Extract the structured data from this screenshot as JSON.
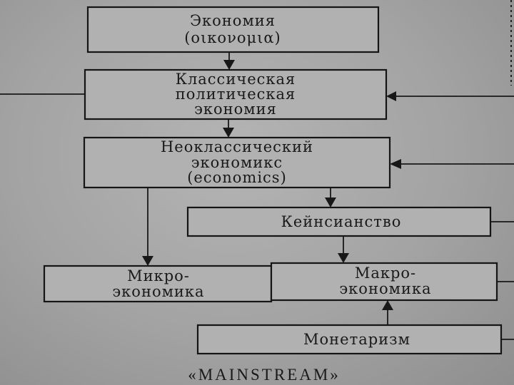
{
  "nodes": {
    "economy": {
      "line1": "Экономия",
      "line2": "(οικονομια)"
    },
    "classical": {
      "line1": "Классическая",
      "line2": "политическая",
      "line3": "экономия"
    },
    "neoclassical": {
      "line1": "Неоклассический",
      "line2": "экономикс",
      "line3": "(economics)"
    },
    "keynesianism": {
      "line1": "Кейнсианство"
    },
    "micro": {
      "line1": "Микро-",
      "line2": "экономика"
    },
    "macro": {
      "line1": "Макро-",
      "line2": "экономика"
    },
    "monetarism": {
      "line1": "Монетаризм"
    }
  },
  "caption": "«MAINSTREAM»"
}
